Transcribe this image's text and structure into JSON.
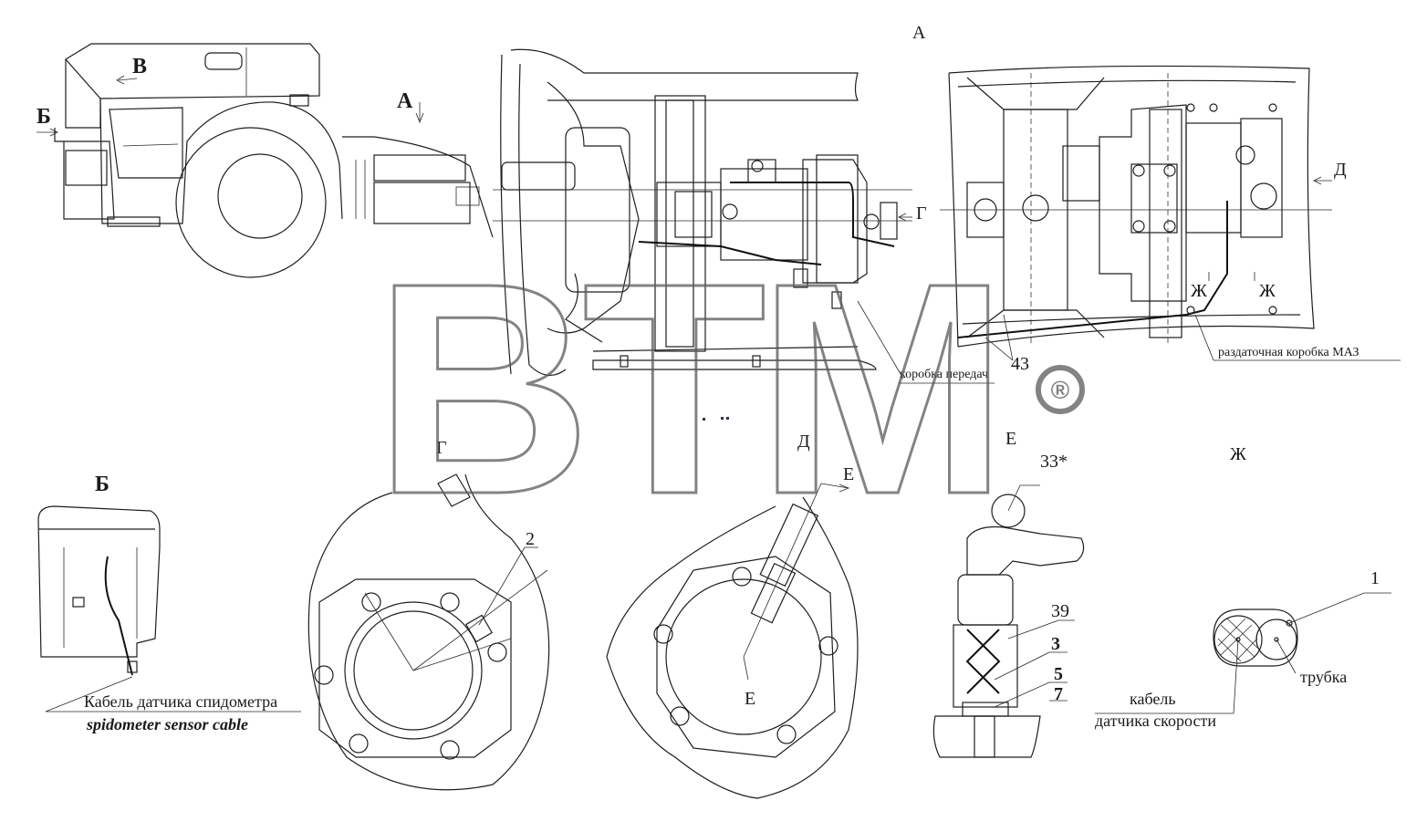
{
  "views": {
    "A": "А",
    "B": "Б",
    "V": "В",
    "G": "Г",
    "D": "Д",
    "E": "Е",
    "Zh": "Ж"
  },
  "callouts": {
    "gearbox": "коробка передач",
    "transfer_case": "раздаточная коробка МАЗ",
    "cable_ru": "Кабель датчика спидометра",
    "cable_en": "spidometer sensor cable",
    "tube": "трубка",
    "speed_cable_line1": "кабель",
    "speed_cable_line2": "датчика скорости"
  },
  "positions": [
    "43",
    "2",
    "33*",
    "39",
    "3",
    "5",
    "7",
    "1"
  ],
  "watermark": {
    "text": "BTM",
    "mark": "®"
  }
}
